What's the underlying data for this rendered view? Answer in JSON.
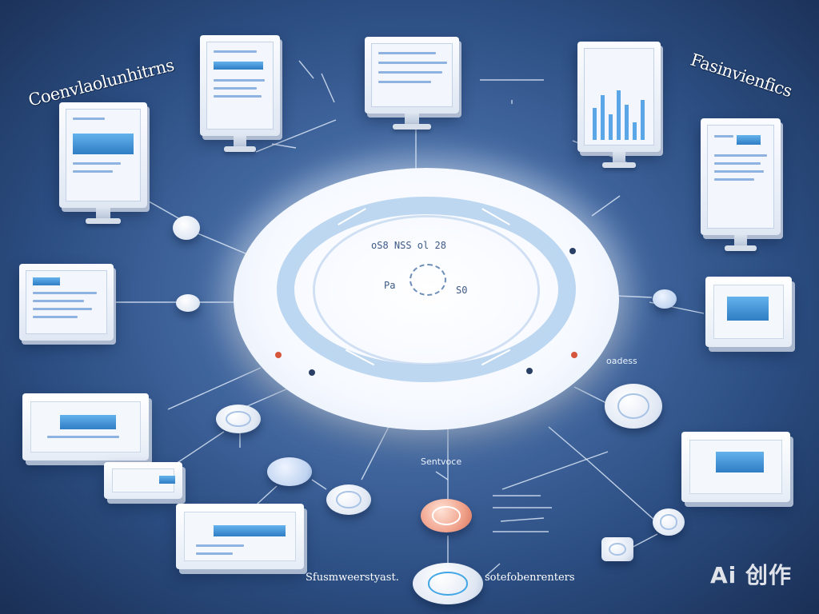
{
  "captions": {
    "top_left": "Coenvlaolunhitrns",
    "top_right": "Fasinvienfics",
    "center_bottom": "Sentvoce",
    "bottom_left": "Sfusmweerstyast.",
    "bottom_right": "sotefobenrenters",
    "right_small": "oadess"
  },
  "hub": {
    "glyphs": [
      "oS8 NSS ol 28",
      "Pa",
      "S0"
    ]
  },
  "watermark": "Ai 创作",
  "colors": {
    "background": "#40659d",
    "hub": "#ffffff",
    "accent_blue": "#3f8ed4",
    "accent_coral": "#f0a18a",
    "node_red": "#d5563c"
  }
}
